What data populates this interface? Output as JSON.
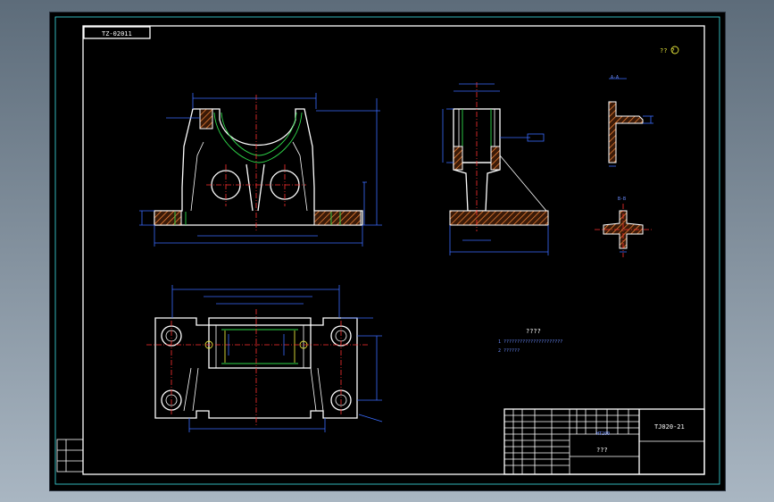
{
  "drawing": {
    "code_box": "TZ-02011",
    "corner_mark": "?? ?",
    "note_title": "????",
    "notes": [
      "1 ??????????????????????",
      "2 ??????"
    ],
    "title_name": "???",
    "drawing_number": "TJ020-21",
    "material": "HT200",
    "section_a": "A-A",
    "section_b": "B-B"
  },
  "colors": {
    "outline": "#ffffff",
    "frame": "#3fe0e8",
    "dimension": "#3a6cff",
    "centerline": "#ff3030",
    "hidden": "#2fd84a",
    "text": "#e2e23a"
  }
}
